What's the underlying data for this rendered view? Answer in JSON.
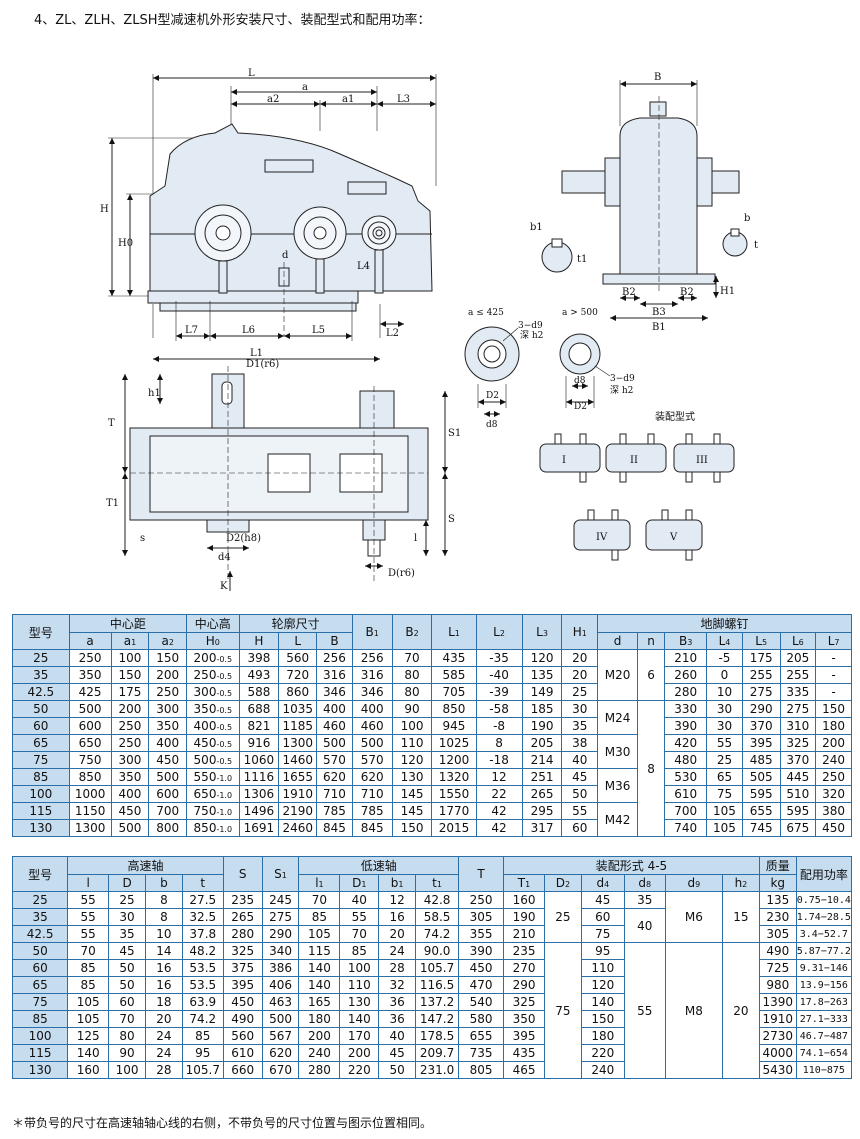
{
  "title": "4、ZL、ZLH、ZLSH型减速机外形安装尺寸、装配型式和配用功率：",
  "labels": {
    "L": "L",
    "a": "a",
    "a2": "a2",
    "a1": "a1",
    "L3": "L3",
    "H": "H",
    "H0": "H0",
    "d": "d",
    "L4": "L4",
    "L7": "L7",
    "L6": "L6",
    "L5": "L5",
    "L1": "L1",
    "L2": "L2",
    "B": "B",
    "b1": "b1",
    "t1": "t1",
    "b": "b",
    "t": "t",
    "B2": "B2",
    "B3": "B3",
    "B1": "B1",
    "H1": "H1",
    "a_le": "a ≤ 425",
    "a_ge": "a > 500",
    "hole": "3−d9",
    "deep": "深 h2",
    "D2": "D2",
    "d8": "d8",
    "D1r6": "D1(r6)",
    "h1": "h1",
    "T": "T",
    "T1": "T1",
    "S1": "S1",
    "S": "S",
    "l": "l",
    "D2h8": "D2(h8)",
    "d4": "d4",
    "K": "K",
    "Dr6": "D(r6)",
    "s": "s",
    "asm_title": "装配型式",
    "asm": [
      "I",
      "II",
      "III",
      "IV",
      "V"
    ]
  },
  "table1": {
    "header_model": "型号",
    "groups": [
      "中心距",
      "中心高",
      "轮廓尺寸",
      "地脚螺钉"
    ],
    "cols": {
      "a": "a",
      "a1": "a",
      "a1s": "1",
      "a2": "a",
      "a2s": "2",
      "H0": "H",
      "H0s": "0",
      "H": "H",
      "L": "L",
      "B": "B",
      "B1": "B",
      "B1s": "1",
      "B2": "B",
      "B2s": "2",
      "L1": "L",
      "L1s": "1",
      "L2": "L",
      "L2s": "2",
      "L3": "L",
      "L3s": "3",
      "H1": "H",
      "H1s": "1",
      "d": "d",
      "n": "n",
      "B3": "B",
      "B3s": "3",
      "L4": "L",
      "L4s": "4",
      "L5": "L",
      "L5s": "5",
      "L6": "L",
      "L6s": "6",
      "L7": "L",
      "L7s": "7"
    },
    "rows": [
      [
        "25",
        "250",
        "100",
        "150",
        "200",
        "-0.5",
        "398",
        "560",
        "256",
        "256",
        "70",
        "435",
        "-35",
        "120",
        "20",
        "210",
        "-5",
        "175",
        "205",
        "-"
      ],
      [
        "35",
        "350",
        "150",
        "200",
        "250",
        "-0.5",
        "493",
        "720",
        "316",
        "316",
        "80",
        "585",
        "-40",
        "135",
        "20",
        "260",
        "0",
        "255",
        "255",
        "-"
      ],
      [
        "42.5",
        "425",
        "175",
        "250",
        "300",
        "-0.5",
        "588",
        "860",
        "346",
        "346",
        "80",
        "705",
        "-39",
        "149",
        "25",
        "280",
        "10",
        "275",
        "335",
        "-"
      ],
      [
        "50",
        "500",
        "200",
        "300",
        "350",
        "-0.5",
        "688",
        "1035",
        "400",
        "400",
        "90",
        "850",
        "-58",
        "185",
        "30",
        "330",
        "30",
        "290",
        "275",
        "150"
      ],
      [
        "60",
        "600",
        "250",
        "350",
        "400",
        "-0.5",
        "821",
        "1185",
        "460",
        "460",
        "100",
        "945",
        "-8",
        "190",
        "35",
        "390",
        "30",
        "370",
        "310",
        "180"
      ],
      [
        "65",
        "650",
        "250",
        "400",
        "450",
        "-0.5",
        "916",
        "1300",
        "500",
        "500",
        "110",
        "1025",
        "8",
        "205",
        "38",
        "420",
        "55",
        "395",
        "325",
        "200"
      ],
      [
        "75",
        "750",
        "300",
        "450",
        "500",
        "-0.5",
        "1060",
        "1460",
        "570",
        "570",
        "120",
        "1200",
        "-18",
        "214",
        "40",
        "480",
        "25",
        "485",
        "370",
        "240"
      ],
      [
        "85",
        "850",
        "350",
        "500",
        "550",
        "-1.0",
        "1116",
        "1655",
        "620",
        "620",
        "130",
        "1320",
        "12",
        "251",
        "45",
        "530",
        "65",
        "505",
        "445",
        "250"
      ],
      [
        "100",
        "1000",
        "400",
        "600",
        "650",
        "-1.0",
        "1306",
        "1910",
        "710",
        "710",
        "145",
        "1550",
        "22",
        "265",
        "50",
        "610",
        "75",
        "595",
        "510",
        "320"
      ],
      [
        "115",
        "1150",
        "450",
        "700",
        "750",
        "-1.0",
        "1496",
        "2190",
        "785",
        "785",
        "145",
        "1770",
        "42",
        "295",
        "55",
        "700",
        "105",
        "655",
        "595",
        "380"
      ],
      [
        "130",
        "1300",
        "500",
        "800",
        "850",
        "-1.0",
        "1691",
        "2460",
        "845",
        "845",
        "150",
        "2015",
        "42",
        "317",
        "60",
        "740",
        "105",
        "745",
        "675",
        "450"
      ]
    ],
    "bolts_d": [
      "M20",
      "M24",
      "M30",
      "M36",
      "M42"
    ],
    "bolts_n": [
      "6",
      "8"
    ]
  },
  "table2": {
    "header_model": "型号",
    "groups": [
      "高速轴",
      "低速轴",
      "装配形式 4-5",
      "质量",
      "配用功率"
    ],
    "mass_unit": "kg",
    "cols": {
      "l": "l",
      "D": "D",
      "b": "b",
      "t": "t",
      "S": "S",
      "S1": "S",
      "S1s": "1",
      "l1": "l",
      "l1s": "1",
      "D1": "D",
      "D1s": "1",
      "b1": "b",
      "b1s": "1",
      "t1": "t",
      "t1s": "1",
      "T": "T",
      "T1": "T",
      "T1s": "1",
      "D2": "D",
      "D2s": "2",
      "d4": "d",
      "d4s": "4",
      "d8": "d",
      "d8s": "8",
      "d9": "d",
      "d9s": "9",
      "h2": "h",
      "h2s": "2"
    },
    "rows": [
      [
        "25",
        "55",
        "25",
        "8",
        "27.5",
        "235",
        "245",
        "70",
        "40",
        "12",
        "42.8",
        "250",
        "160",
        "45",
        "135",
        "0.75−10.4"
      ],
      [
        "35",
        "55",
        "30",
        "8",
        "32.5",
        "265",
        "275",
        "85",
        "55",
        "16",
        "58.5",
        "305",
        "190",
        "60",
        "230",
        "1.74−28.5"
      ],
      [
        "42.5",
        "55",
        "35",
        "10",
        "37.8",
        "280",
        "290",
        "105",
        "70",
        "20",
        "74.2",
        "355",
        "210",
        "75",
        "305",
        "3.4−52.7"
      ],
      [
        "50",
        "70",
        "45",
        "14",
        "48.2",
        "325",
        "340",
        "115",
        "85",
        "24",
        "90.0",
        "390",
        "235",
        "95",
        "490",
        "5.87−77.2"
      ],
      [
        "60",
        "85",
        "50",
        "16",
        "53.5",
        "375",
        "386",
        "140",
        "100",
        "28",
        "105.7",
        "450",
        "270",
        "110",
        "725",
        "9.31−146"
      ],
      [
        "65",
        "85",
        "50",
        "16",
        "53.5",
        "395",
        "406",
        "140",
        "110",
        "32",
        "116.5",
        "470",
        "290",
        "120",
        "980",
        "13.9−156"
      ],
      [
        "75",
        "105",
        "60",
        "18",
        "63.9",
        "450",
        "463",
        "165",
        "130",
        "36",
        "137.2",
        "540",
        "325",
        "140",
        "1390",
        "17.8−263"
      ],
      [
        "85",
        "105",
        "70",
        "20",
        "74.2",
        "490",
        "500",
        "180",
        "140",
        "36",
        "147.2",
        "580",
        "350",
        "150",
        "1910",
        "27.1−333"
      ],
      [
        "100",
        "125",
        "80",
        "24",
        "85",
        "560",
        "567",
        "200",
        "170",
        "40",
        "178.5",
        "655",
        "395",
        "180",
        "2730",
        "46.7−487"
      ],
      [
        "115",
        "140",
        "90",
        "24",
        "95",
        "610",
        "620",
        "240",
        "200",
        "45",
        "209.7",
        "735",
        "435",
        "220",
        "4000",
        "74.1−654"
      ],
      [
        "130",
        "160",
        "100",
        "28",
        "105.7",
        "660",
        "670",
        "280",
        "220",
        "50",
        "231.0",
        "805",
        "465",
        "240",
        "5430",
        "110−875"
      ]
    ],
    "merged": {
      "D2_a": "25",
      "D2_b": "75",
      "d8_a": "35",
      "d8_b": "40",
      "d8_c": "55",
      "d9_a": "M6",
      "d9_b": "M8",
      "h2_a": "15",
      "h2_b": "20"
    }
  },
  "note": "＊带负号的尺寸在高速轴轴心线的右侧，不带负号的尺寸位置与图示位置相同。"
}
